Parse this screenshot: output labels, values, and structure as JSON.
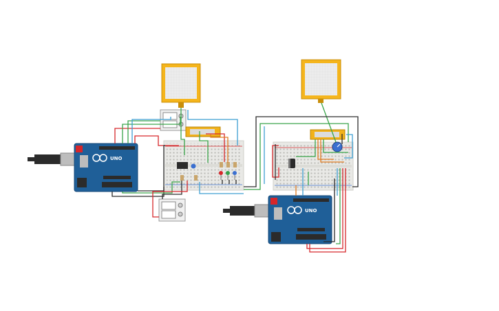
{
  "boards": [
    {
      "id": "left",
      "label": "UNO"
    },
    {
      "id": "right",
      "label": "UNO"
    }
  ],
  "colors": {
    "board": "#1f5f98",
    "board_edge": "#174a78",
    "breadboard": "#e9e9e6",
    "force_sensor": "#f5b51c",
    "wire_red": "#d6262a",
    "wire_black": "#2b2b2b",
    "wire_green": "#3aa54a",
    "wire_cyan": "#3d9fd2",
    "wire_orange": "#e07b20",
    "lcd_frame": "#f2b21a",
    "led_red": "#d6262a",
    "led_green": "#33a14a",
    "led_blue": "#3a6fd0"
  }
}
